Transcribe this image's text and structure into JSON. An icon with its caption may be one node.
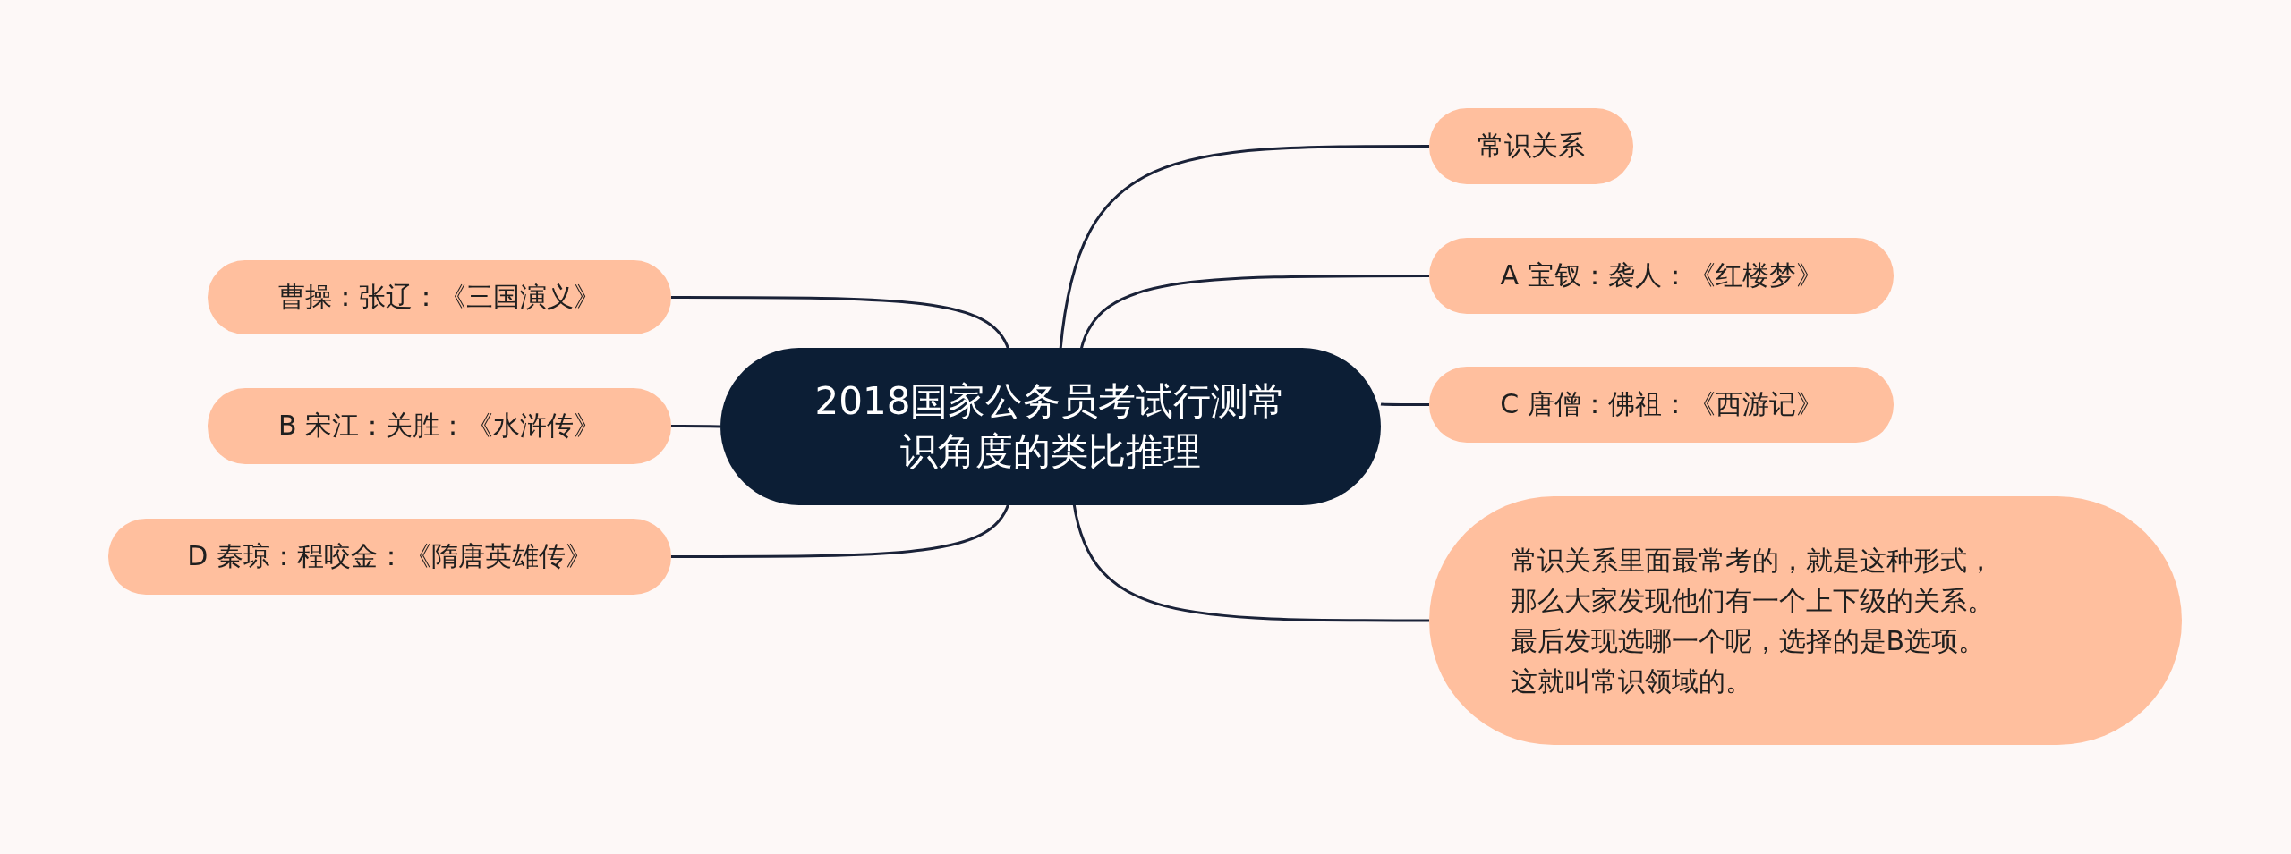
{
  "diagram": {
    "nodes": [
      {
        "text": [
          "2018国家公务员考试行测常识角度的类比推理"
        ]
      },
      {
        "text": [
          "常识关系"
        ]
      },
      {
        "text": [
          "A 宝钗：袭人：《红楼梦》"
        ]
      },
      {
        "text": [
          "C 唐僧：佛祖：《西游记》"
        ]
      },
      {
        "text": [
          "常识关系里面最常考的，就是这种形式，那么大家发现他们有一个上下级的关系。最后发现选哪一个呢，选择的是B选项。这就叫常识领域的。"
        ]
      },
      {
        "text": [
          "曹操：张辽：《三国演义》"
        ]
      },
      {
        "text": [
          "B 宋江：关胜：《水浒传》"
        ]
      },
      {
        "text": [
          "D 秦琼：程咬金：《隋唐英雄传》"
        ]
      }
    ],
    "edges": [
      {
        "from": 0,
        "to": 1,
        "arrow": "none"
      },
      {
        "from": 0,
        "to": 2,
        "arrow": "none"
      },
      {
        "from": 0,
        "to": 3,
        "arrow": "none"
      },
      {
        "from": 0,
        "to": 4,
        "arrow": "none"
      },
      {
        "from": 0,
        "to": 5,
        "arrow": "none"
      },
      {
        "from": 0,
        "to": 6,
        "arrow": "none"
      },
      {
        "from": 0,
        "to": 7,
        "arrow": "none"
      }
    ]
  }
}
